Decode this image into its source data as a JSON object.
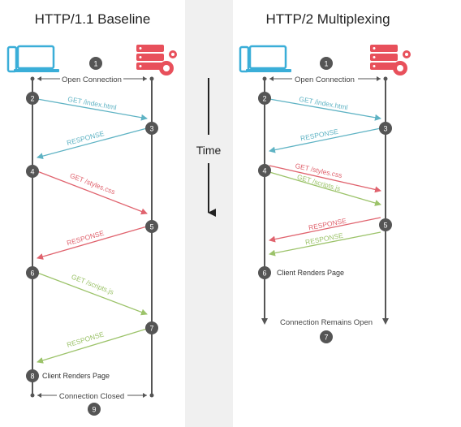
{
  "left": {
    "title": "HTTP/1.1 Baseline",
    "open_connection": "Open Connection",
    "close_connection": "Connection Closed",
    "client_renders": "Client Renders Page",
    "messages": [
      "GET /index.html",
      "RESPONSE",
      "GET /styles.css",
      "RESPONSE",
      "GET /scripts.js",
      "RESPONSE"
    ],
    "steps": [
      "1",
      "2",
      "3",
      "4",
      "5",
      "6",
      "7",
      "8",
      "9"
    ]
  },
  "right": {
    "title": "HTTP/2 Multiplexing",
    "open_connection": "Open Connection",
    "remains_open": "Connection Remains Open",
    "client_renders": "Client Renders Page",
    "messages": [
      "GET /index.html",
      "RESPONSE",
      "GET /styles.css",
      "GET /scripts.js",
      "RESPONSE",
      "RESPONSE"
    ],
    "steps": [
      "1",
      "2",
      "3",
      "4",
      "5",
      "6",
      "7"
    ]
  },
  "time_label": "Time",
  "colors": {
    "teal": "#5fb3c4",
    "red": "#e0636e",
    "green": "#9cc36a",
    "node": "#555555",
    "laptop": "#3aaed8",
    "server": "#e8505b",
    "line": "#555555",
    "strip": "#f0f0f0"
  },
  "icons": {
    "client": "laptop-phone-icon",
    "server": "server-gear-icon"
  }
}
